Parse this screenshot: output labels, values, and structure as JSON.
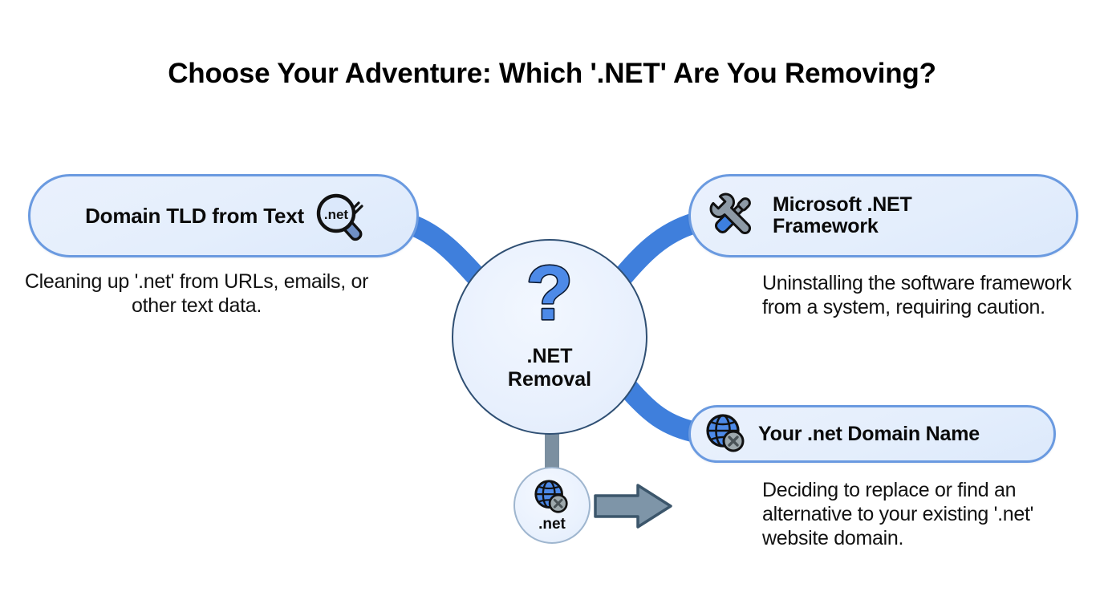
{
  "page": {
    "title": "Choose Your Adventure: Which '.NET' Are You Removing?",
    "background": "#ffffff"
  },
  "colors": {
    "branch_blue": "#3f7fdc",
    "node_fill": "#e6eefc",
    "node_border": "#6a9ae0",
    "hub_border": "#2f4f73",
    "stem_gray": "#7b8fa0",
    "arrow_gray": "#7e95a8",
    "text": "#0a0a0a"
  },
  "hub": {
    "icon": "question-mark-icon",
    "glyph": "?",
    "line1": ".NET",
    "line2": "Removal",
    "title": ".NET Removal"
  },
  "nodes": [
    {
      "id": "domain-tld-from-text",
      "icon": "magnifier-dot-net-icon",
      "icon_text": ".net",
      "label": "Domain TLD from Text",
      "description": "Cleaning up '.net' from URLs, emails, or other text data."
    },
    {
      "id": "microsoft-net-framework",
      "icon": "wrench-screwdriver-icon",
      "label_line1": "Microsoft .NET",
      "label_line2": "Framework",
      "label": "Microsoft .NET Framework",
      "description": "Uninstalling the software framework from a system, requiring caution."
    },
    {
      "id": "your-net-domain-name",
      "icon": "globe-x-icon",
      "label": "Your .net Domain Name",
      "description": "Deciding to replace or find an alternative to your existing '.net' website domain."
    }
  ],
  "bottom_node": {
    "id": "dot-net-domain-marker",
    "icon": "globe-x-icon",
    "label": ".net",
    "arrow": "arrow-right-icon"
  }
}
